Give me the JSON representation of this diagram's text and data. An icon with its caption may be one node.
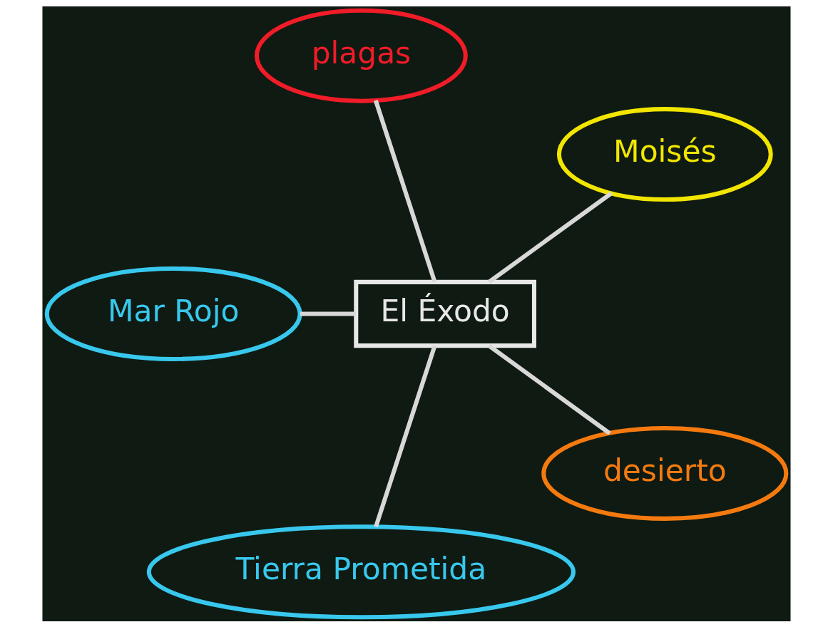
{
  "diagram": {
    "nodes": [
      {
        "text": [
          "El Éxodo"
        ]
      },
      {
        "text": [
          "Moisés"
        ]
      },
      {
        "text": [
          "plagas"
        ]
      },
      {
        "text": [
          "Mar Rojo"
        ]
      },
      {
        "text": [
          "Tierra Prometida"
        ]
      },
      {
        "text": [
          "desierto"
        ]
      }
    ],
    "edges": [
      {
        "from": 0,
        "to": 1,
        "arrow": "none"
      },
      {
        "from": 0,
        "to": 2,
        "arrow": "none"
      },
      {
        "from": 0,
        "to": 3,
        "arrow": "none"
      },
      {
        "from": 0,
        "to": 4,
        "arrow": "none"
      },
      {
        "from": 0,
        "to": 5,
        "arrow": "none"
      }
    ]
  }
}
